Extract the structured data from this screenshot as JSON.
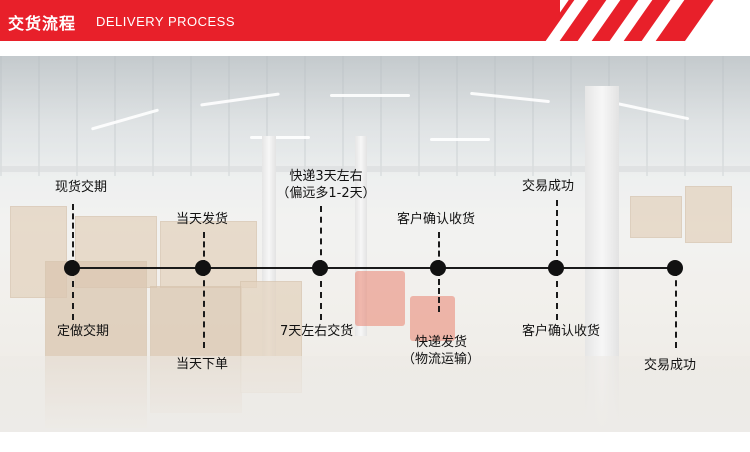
{
  "header": {
    "title": "交货流程",
    "subtitle": "DELIVERY PROCESS"
  },
  "colors": {
    "banner": "#e8202a",
    "timeline": "#1a1a1a"
  },
  "timeline": {
    "top_labels": [
      {
        "text": "现货交期"
      },
      {
        "text": "当天发货"
      },
      {
        "line1": "快递3天左右",
        "line2": "（偏远多1-2天）"
      },
      {
        "text": "客户确认收货"
      },
      {
        "text": "交易成功"
      }
    ],
    "bottom_labels": [
      {
        "text": "定做交期"
      },
      {
        "text": "当天下单"
      },
      {
        "text": "7天左右交货"
      },
      {
        "line1": "快递发货",
        "line2": "（物流运输）"
      },
      {
        "text": "客户确认收货"
      },
      {
        "text": "交易成功"
      }
    ]
  }
}
